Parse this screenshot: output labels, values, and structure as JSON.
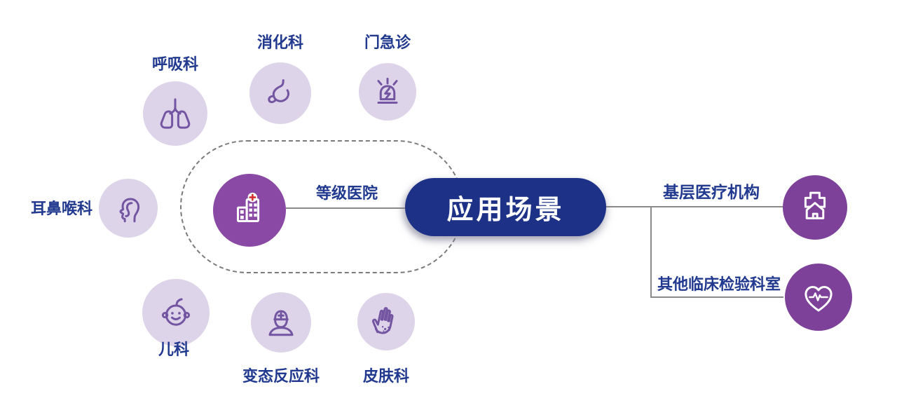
{
  "diagram": {
    "center": {
      "label": "应用场景"
    },
    "hub": {
      "label": "等级医院",
      "icon": "hospital-building-icon"
    },
    "departments": [
      {
        "label": "呼吸科",
        "icon": "lungs-icon"
      },
      {
        "label": "消化科",
        "icon": "stomach-icon"
      },
      {
        "label": "门急诊",
        "icon": "emergency-siren-icon"
      },
      {
        "label": "耳鼻喉科",
        "icon": "head-throat-icon"
      },
      {
        "label": "儿科",
        "icon": "baby-face-icon"
      },
      {
        "label": "变态反应科",
        "icon": "doctor-icon"
      },
      {
        "label": "皮肤科",
        "icon": "hand-rash-icon"
      }
    ],
    "right_branches": [
      {
        "label": "基层医疗机构",
        "icon": "clinic-cross-house-icon"
      },
      {
        "label": "其他临床检验科室",
        "icon": "heart-ecg-icon"
      }
    ],
    "colors": {
      "pill_navy": "#1d3187",
      "label_blue": "#213a8f",
      "light_circle": "#ded4e9",
      "light_icon_stroke": "#7355a2",
      "dark_circle": "#7e4199",
      "hub_circle": "#8a49a5",
      "connector_gray": "#8a8a8a",
      "cross_red": "#d43030"
    }
  }
}
